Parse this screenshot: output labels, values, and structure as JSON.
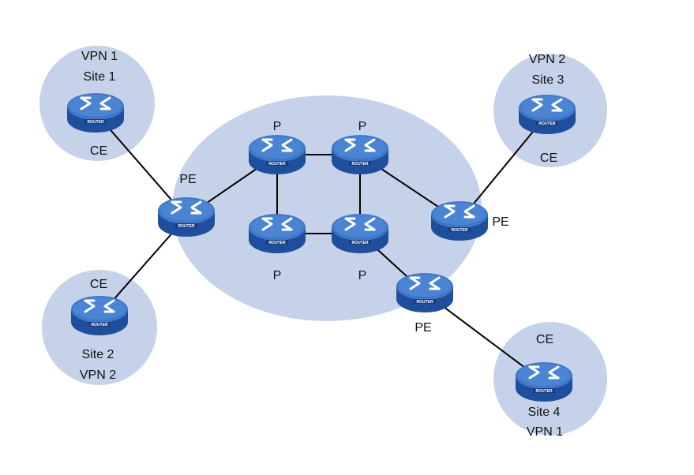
{
  "colors": {
    "cloud": "#c6d2ea",
    "router_top": "#3f78c8",
    "router_side": "#1f4f9c",
    "link": "#000000",
    "text": "#111111"
  },
  "diagram": {
    "sites": [
      {
        "id": "site1",
        "lines": [
          "VPN 1",
          "Site 1",
          "CE"
        ]
      },
      {
        "id": "site3",
        "lines": [
          "VPN 2",
          "Site 3",
          "CE"
        ]
      },
      {
        "id": "site2",
        "lines": [
          "CE",
          "Site 2",
          "VPN 2"
        ]
      },
      {
        "id": "site4",
        "lines": [
          "CE",
          "Site 4",
          "VPN 1"
        ]
      }
    ],
    "nodes": [
      {
        "id": "ce1",
        "type": "CE",
        "icon": "router-icon",
        "caption": "ROUTER"
      },
      {
        "id": "ce3",
        "type": "CE",
        "icon": "router-icon",
        "caption": "ROUTER"
      },
      {
        "id": "ce2",
        "type": "CE",
        "icon": "router-icon",
        "caption": "ROUTER"
      },
      {
        "id": "ce4",
        "type": "CE",
        "icon": "router-icon",
        "caption": "ROUTER"
      },
      {
        "id": "pe_left",
        "type": "PE",
        "label": "PE",
        "icon": "router-icon",
        "caption": "ROUTER"
      },
      {
        "id": "pe_right",
        "type": "PE",
        "label": "PE",
        "icon": "router-icon",
        "caption": "ROUTER"
      },
      {
        "id": "pe_bottom",
        "type": "PE",
        "label": "PE",
        "icon": "router-icon",
        "caption": "ROUTER"
      },
      {
        "id": "p_tl",
        "type": "P",
        "label": "P",
        "icon": "router-icon",
        "caption": "ROUTER"
      },
      {
        "id": "p_tr",
        "type": "P",
        "label": "P",
        "icon": "router-icon",
        "caption": "ROUTER"
      },
      {
        "id": "p_bl",
        "type": "P",
        "label": "P",
        "icon": "router-icon",
        "caption": "ROUTER"
      },
      {
        "id": "p_br",
        "type": "P",
        "label": "P",
        "icon": "router-icon",
        "caption": "ROUTER"
      }
    ],
    "links": [
      [
        "ce1",
        "pe_left"
      ],
      [
        "ce2",
        "pe_left"
      ],
      [
        "pe_left",
        "p_tl"
      ],
      [
        "p_tl",
        "p_tr"
      ],
      [
        "p_tl",
        "p_bl"
      ],
      [
        "p_bl",
        "p_br"
      ],
      [
        "p_tr",
        "p_br"
      ],
      [
        "p_tr",
        "pe_right"
      ],
      [
        "pe_right",
        "ce3"
      ],
      [
        "p_br",
        "pe_bottom"
      ],
      [
        "pe_bottom",
        "ce4"
      ]
    ]
  }
}
